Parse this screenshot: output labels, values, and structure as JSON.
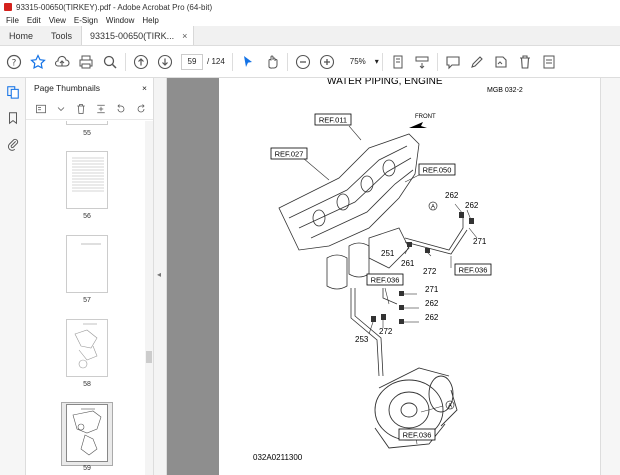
{
  "window": {
    "title": "93315-00650(TIRKEY).pdf - Adobe Acrobat Pro (64-bit)"
  },
  "menu": [
    "File",
    "Edit",
    "View",
    "E-Sign",
    "Window",
    "Help"
  ],
  "tabs": {
    "home": "Home",
    "tools": "Tools",
    "document": "93315-00650(TIRK...",
    "close": "×"
  },
  "toolbar": {
    "current_page": "59",
    "page_total": "/ 124",
    "zoom": "75%"
  },
  "panel": {
    "title": "Page Thumbnails",
    "close": "×"
  },
  "thumbnails": [
    {
      "label": "55"
    },
    {
      "label": "56"
    },
    {
      "label": "57"
    },
    {
      "label": "58"
    },
    {
      "label": "59"
    }
  ],
  "drawing": {
    "title": "WATER  PIPING, ENGINE",
    "code": "MGB 032-2",
    "front": "FRONT",
    "footer": "032A0211300",
    "refs": [
      "REF.011",
      "REF.027",
      "REF.050",
      "REF.036",
      "REF.036",
      "REF.036"
    ],
    "parts": [
      "262",
      "262",
      "271",
      "251",
      "261",
      "272",
      "271",
      "262",
      "262",
      "253",
      "272"
    ],
    "markers": [
      "A",
      "A"
    ]
  },
  "icons": [
    "star-icon",
    "upload-icon",
    "print-icon",
    "search-zoom-icon",
    "arrow-up-icon",
    "arrow-down-icon",
    "pointer-icon",
    "hand-icon",
    "zoom-out-icon",
    "zoom-in-icon"
  ]
}
